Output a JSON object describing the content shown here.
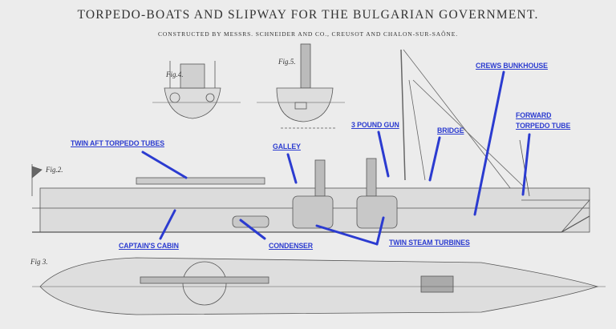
{
  "header": {
    "title": "TORPEDO-BOATS AND SLIPWAY FOR THE BULGARIAN GOVERNMENT.",
    "subtitle": "CONSTRUCTED BY MESSRS. SCHNEIDER AND CO., CREUSOT AND CHALON-SUR-SAÔNE."
  },
  "figures": {
    "fig2": "Fig.2.",
    "fig3": "Fig 3.",
    "fig4": "Fig.4.",
    "fig5": "Fig.5."
  },
  "annotations": {
    "twin_aft_torpedo_tubes": "TWIN AFT TORPEDO TUBES",
    "galley": "GALLEY",
    "three_pound_gun": "3 POUND GUN",
    "bridge": "BRIDGE",
    "crews_bunkhouse": "CREWS BUNKHOUSE",
    "forward_torpedo_tube_1": "FORWARD",
    "forward_torpedo_tube_2": "TORPEDO TUBE",
    "captains_cabin": "CAPTAIN'S CABIN",
    "condenser": "CONDENSER",
    "twin_steam_turbines": "TWIN STEAM TURBINES"
  },
  "colors": {
    "annotation": "#2b3bd0",
    "drawing": "#555555",
    "background": "#ececec"
  }
}
